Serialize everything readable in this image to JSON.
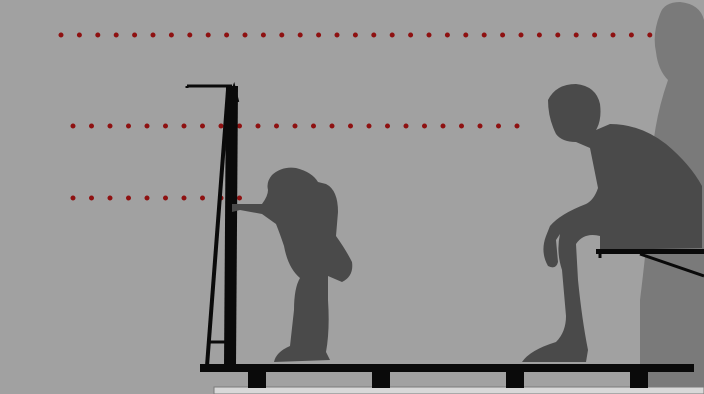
{
  "colors": {
    "background": "#a1a1a1",
    "dots": "#8e1111",
    "figure_dark": "#4a4a4a",
    "figure_light": "#7a7a7a",
    "structure": "#0a0a0a",
    "ground_line": "#d8d8d8"
  },
  "figures": [
    {
      "name": "child-silhouette"
    },
    {
      "name": "seated-adult-silhouette"
    },
    {
      "name": "standing-adult-silhouette"
    }
  ],
  "reference_lines": [
    {
      "name": "top-eye-level-line"
    },
    {
      "name": "middle-eye-level-line"
    },
    {
      "name": "bottom-eye-level-line"
    }
  ]
}
